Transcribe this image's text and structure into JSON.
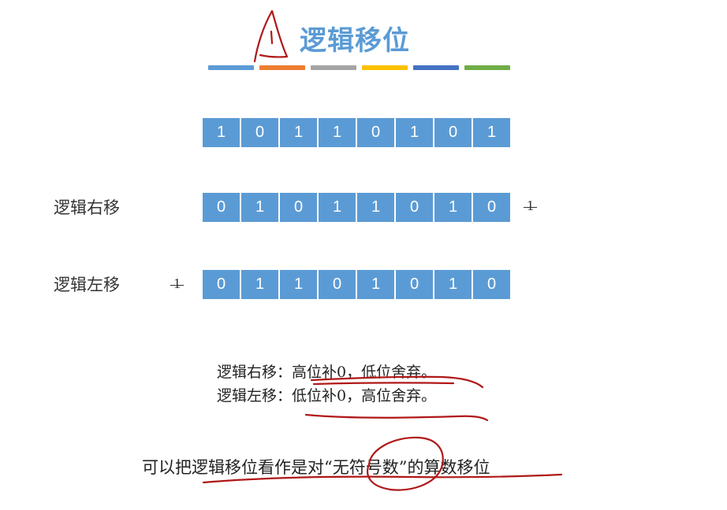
{
  "title": "逻辑移位",
  "color_bars": [
    {
      "color": "#5b9bd5"
    },
    {
      "color": "#ed7d31"
    },
    {
      "color": "#a5a5a5"
    },
    {
      "color": "#ffc000"
    },
    {
      "color": "#4472c4"
    },
    {
      "color": "#70ad47"
    }
  ],
  "original_bits": [
    "1",
    "0",
    "1",
    "1",
    "0",
    "1",
    "0",
    "1"
  ],
  "right_shift": {
    "label": "逻辑右移",
    "bits": [
      "0",
      "1",
      "0",
      "1",
      "1",
      "0",
      "1",
      "0"
    ],
    "dropped_bit": "1"
  },
  "left_shift": {
    "label": "逻辑左移",
    "bits": [
      "0",
      "1",
      "1",
      "0",
      "1",
      "0",
      "1",
      "0"
    ],
    "dropped_bit": "1"
  },
  "rules": {
    "right": "逻辑右移：高位补0，低位舍弃。",
    "left": "逻辑左移：低位补0，高位舍弃。"
  },
  "conclusion": "可以把逻辑移位看作是对“无符号数”的算数移位",
  "colors": {
    "cell": "#5b9bd5",
    "title": "#5b9bd5",
    "ink": "#b01818"
  }
}
